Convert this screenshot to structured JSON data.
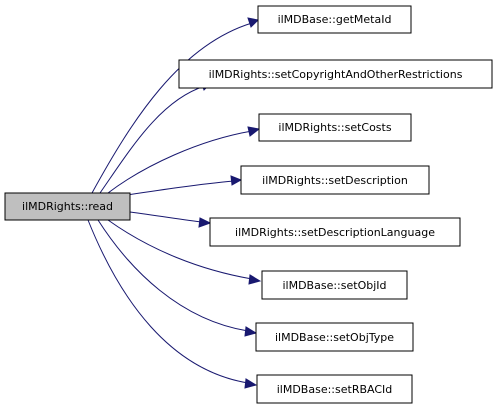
{
  "diagram": {
    "type": "call-graph",
    "colors": {
      "edge": "#191970",
      "root_fill": "#bfbfbf",
      "node_fill": "#ffffff",
      "border": "#000000"
    },
    "root": {
      "label": "ilMDRights::read"
    },
    "callees": [
      {
        "label": "ilMDBase::getMetaId"
      },
      {
        "label": "ilMDRights::setCopyrightAndOtherRestrictions"
      },
      {
        "label": "ilMDRights::setCosts"
      },
      {
        "label": "ilMDRights::setDescription"
      },
      {
        "label": "ilMDRights::setDescriptionLanguage"
      },
      {
        "label": "ilMDBase::setObjId"
      },
      {
        "label": "ilMDBase::setObjType"
      },
      {
        "label": "ilMDBase::setRBACId"
      }
    ]
  }
}
